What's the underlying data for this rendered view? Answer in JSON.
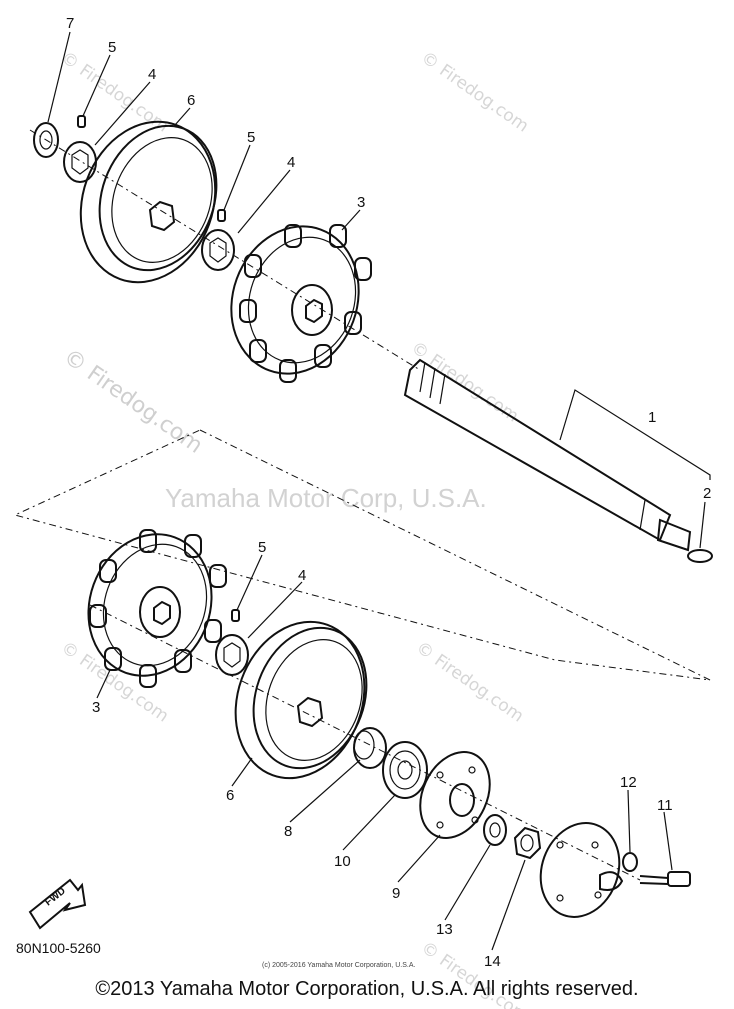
{
  "watermarks": {
    "firedog": "© Firedog.com",
    "center": "Yamaha Motor Corp, U.S.A."
  },
  "callouts": [
    "1",
    "2",
    "3",
    "3",
    "4",
    "4",
    "4",
    "5",
    "5",
    "5",
    "6",
    "6",
    "7",
    "8",
    "9",
    "10",
    "11",
    "12",
    "13",
    "14"
  ],
  "fwd_label": "FWD",
  "part_code": "80N100-5260",
  "small_copyright": "(c) 2005-2016 Yamaha Motor Corporation, U.S.A.",
  "footer_copyright": "©2013 Yamaha Motor Corporation, U.S.A. All rights reserved."
}
